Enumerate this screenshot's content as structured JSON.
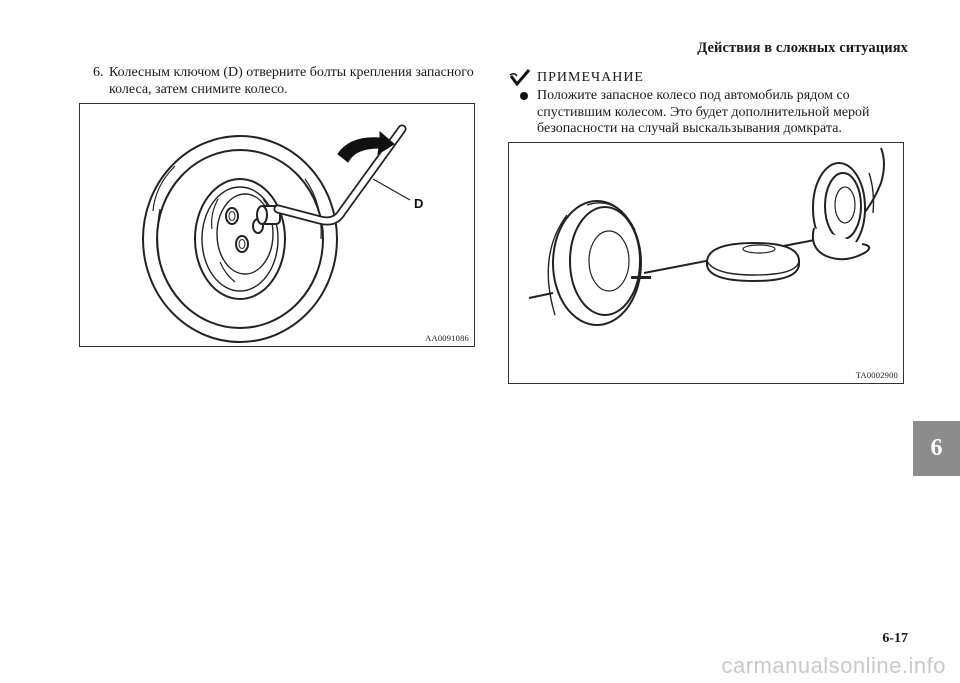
{
  "header": {
    "title": "Действия в сложных ситуациях"
  },
  "step": {
    "number": "6.",
    "text": "Колесным ключом (D) отверните болты крепления запасного колеса, затем снимите колесо."
  },
  "figure1": {
    "label": "D",
    "code": "AA0091086",
    "icon": "wheel-wrench-illustration"
  },
  "note": {
    "title": "ПРИМЕЧАНИЕ",
    "icon": "note-check-icon",
    "item": "Положите запасное колесо под автомобиль рядом со спустившим колесом. Это будет дополнительной мерой безопасности на случай выскальзывания домкрата."
  },
  "figure2": {
    "code": "TA0002900",
    "icon": "spare-wheel-under-car-illustration"
  },
  "chapter": {
    "number": "6"
  },
  "page": {
    "number": "6-17"
  },
  "watermark": {
    "text": "carmanualsonline.info"
  }
}
